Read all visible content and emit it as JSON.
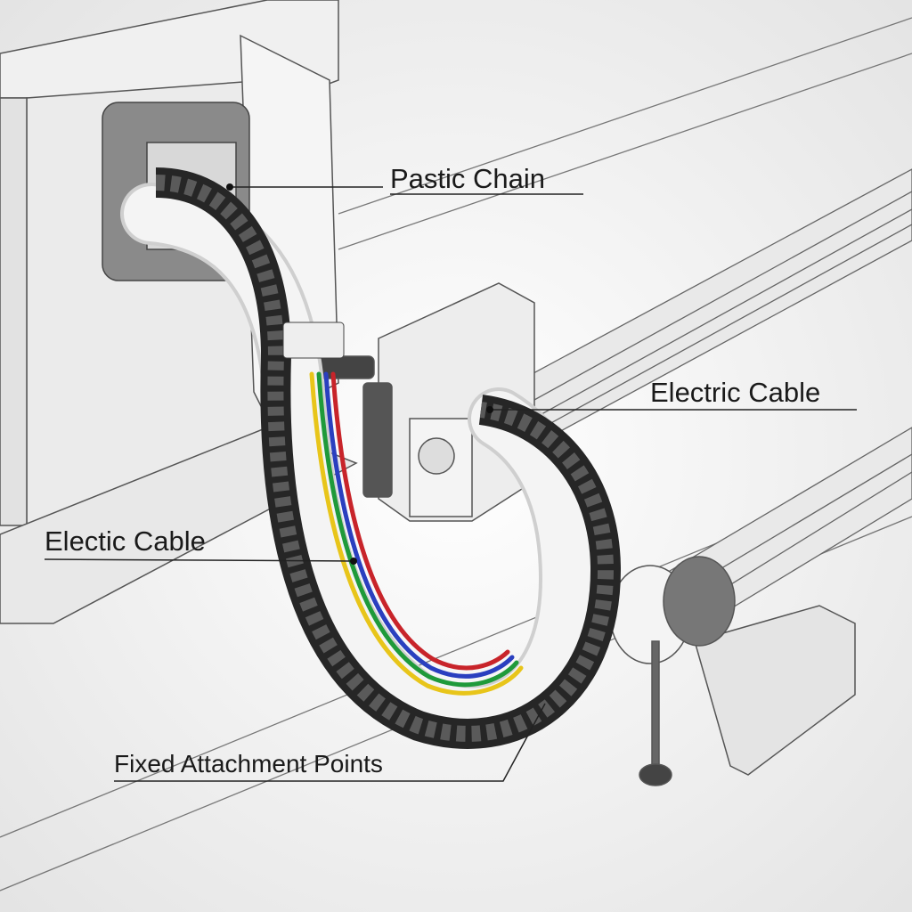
{
  "labels": {
    "plastic_chain": "Pastic Chain",
    "electric_cable_right": "Electric Cable",
    "electric_cable_left": "Electic Cable",
    "fixed_attachment_points": "Fixed Attachment Points"
  },
  "colors": {
    "chain": "#2a2a2a",
    "plate": "#e6e6e6",
    "cable_yellow": "#e8c51a",
    "cable_green": "#1f9a3a",
    "cable_blue": "#2a3fbf",
    "cable_red": "#c8242a",
    "background": "#f2f2f2"
  }
}
